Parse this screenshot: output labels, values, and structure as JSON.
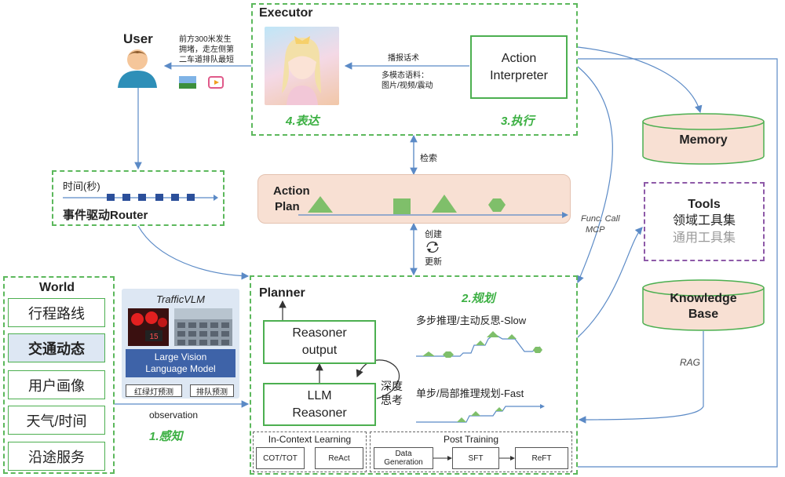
{
  "user": {
    "title": "User",
    "message_lines": [
      "前方300米发生",
      "拥堵，走左侧第",
      "二车道排队最短"
    ]
  },
  "executor": {
    "title": "Executor",
    "action_interpreter": "Action Interpreter",
    "speech_label": "播报话术",
    "multimodal_label_1": "多模态语料：",
    "multimodal_label_2": "图片/视频/震动",
    "step_express": "4.表达",
    "step_execute": "3.执行"
  },
  "retrieve_label": "检索",
  "router": {
    "time_label": "时间(秒)",
    "title": "事件驱动Router"
  },
  "action_plan": {
    "title_line1": "Action",
    "title_line2": "Plan"
  },
  "create_label": "创建",
  "update_label": "更新",
  "func_call_label_1": "Func. Call",
  "func_call_label_2": "MCP",
  "memory": {
    "label": "Memory"
  },
  "tools": {
    "title": "Tools",
    "domain": "领域工具集",
    "general": "通用工具集"
  },
  "knowledge": {
    "label_1": "Knowledge",
    "label_2": "Base"
  },
  "rag_label": "RAG",
  "world": {
    "title": "World",
    "items": [
      "行程路线",
      "交通动态",
      "用户画像",
      "天气/时间",
      "沿途服务"
    ]
  },
  "trafficvlm": {
    "title": "TrafficVLM",
    "model_1": "Large Vision",
    "model_2": "Language Model",
    "pred_light": "红绿灯预测",
    "pred_queue": "排队预测",
    "light_number": "15"
  },
  "observation_label": "observation",
  "step_perceive": "1.感知",
  "planner": {
    "title": "Planner",
    "step_plan": "2.规划",
    "reasoner_output_1": "Reasoner",
    "reasoner_output_2": "output",
    "llm_1": "LLM",
    "llm_2": "Reasoner",
    "deep_think_1": "深度",
    "deep_think_2": "思考",
    "slow_label": "多步推理/主动反思-Slow",
    "fast_label": "单步/局部推理规划-Fast",
    "icl_title": "In-Context Learning",
    "cot": "COT/TOT",
    "react": "ReAct",
    "post_title": "Post Training",
    "data_gen_1": "Data",
    "data_gen_2": "Generation",
    "sft": "SFT",
    "reft": "ReFT"
  }
}
